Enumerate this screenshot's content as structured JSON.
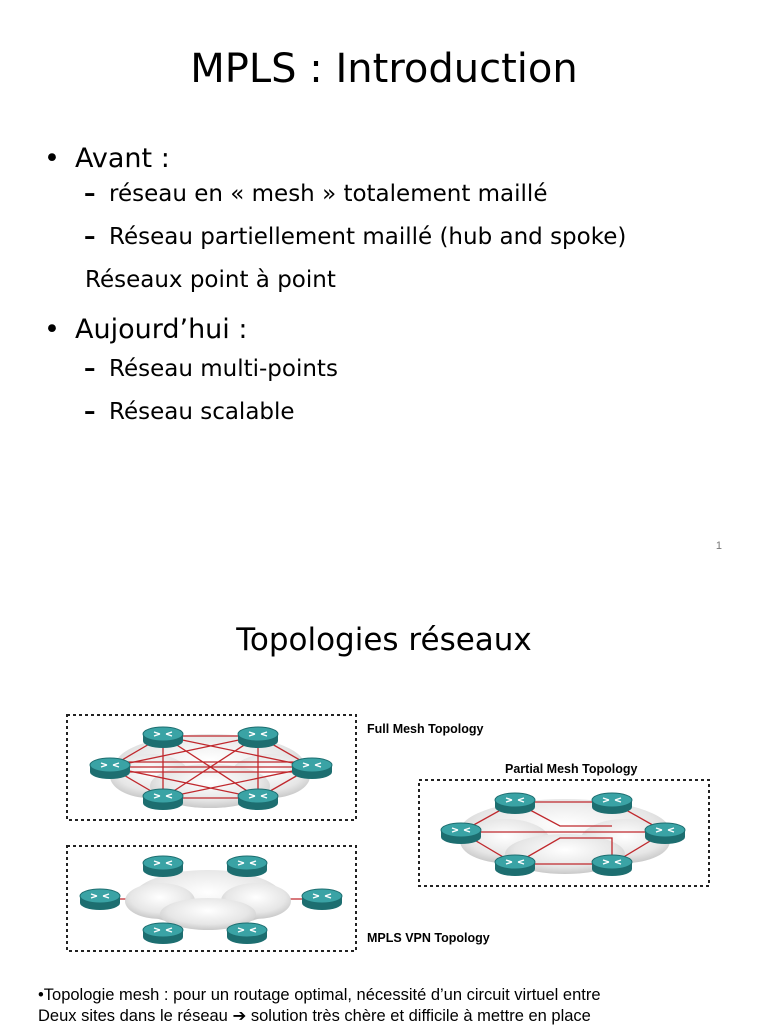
{
  "slide1": {
    "title": "MPLS : Introduction",
    "bullet_glyph": "•",
    "dash_glyph": "–",
    "avant_label": "Avant :",
    "avant_items": [
      "réseau en « mesh » totalement maillé",
      "Réseau partiellement maillé (hub and spoke)"
    ],
    "extra_line": "Réseaux point à point",
    "aujourdhui_label": "Aujourd’hui :",
    "aujourdhui_items": [
      "Réseau multi-points",
      "Réseau scalable"
    ],
    "page_number": "1"
  },
  "slide2": {
    "title": "Topologies réseaux",
    "diagram": {
      "full_mesh_label": "Full Mesh Topology",
      "partial_mesh_label": "Partial Mesh Topology",
      "mpls_vpn_label": "MPLS VPN Topology",
      "link_color": "#c0282d",
      "router_color": "#2a8a8c",
      "cloud_color": "#e3e3e3"
    },
    "notes": {
      "line1": "•Topologie mesh : pour un routage optimal, nécessité d’un circuit virtuel entre",
      "line2_part1": "Deux sites dans le réseau",
      "arrow": "➔",
      "line2_part2": "solution très chère et difficile à mettre en place"
    }
  }
}
